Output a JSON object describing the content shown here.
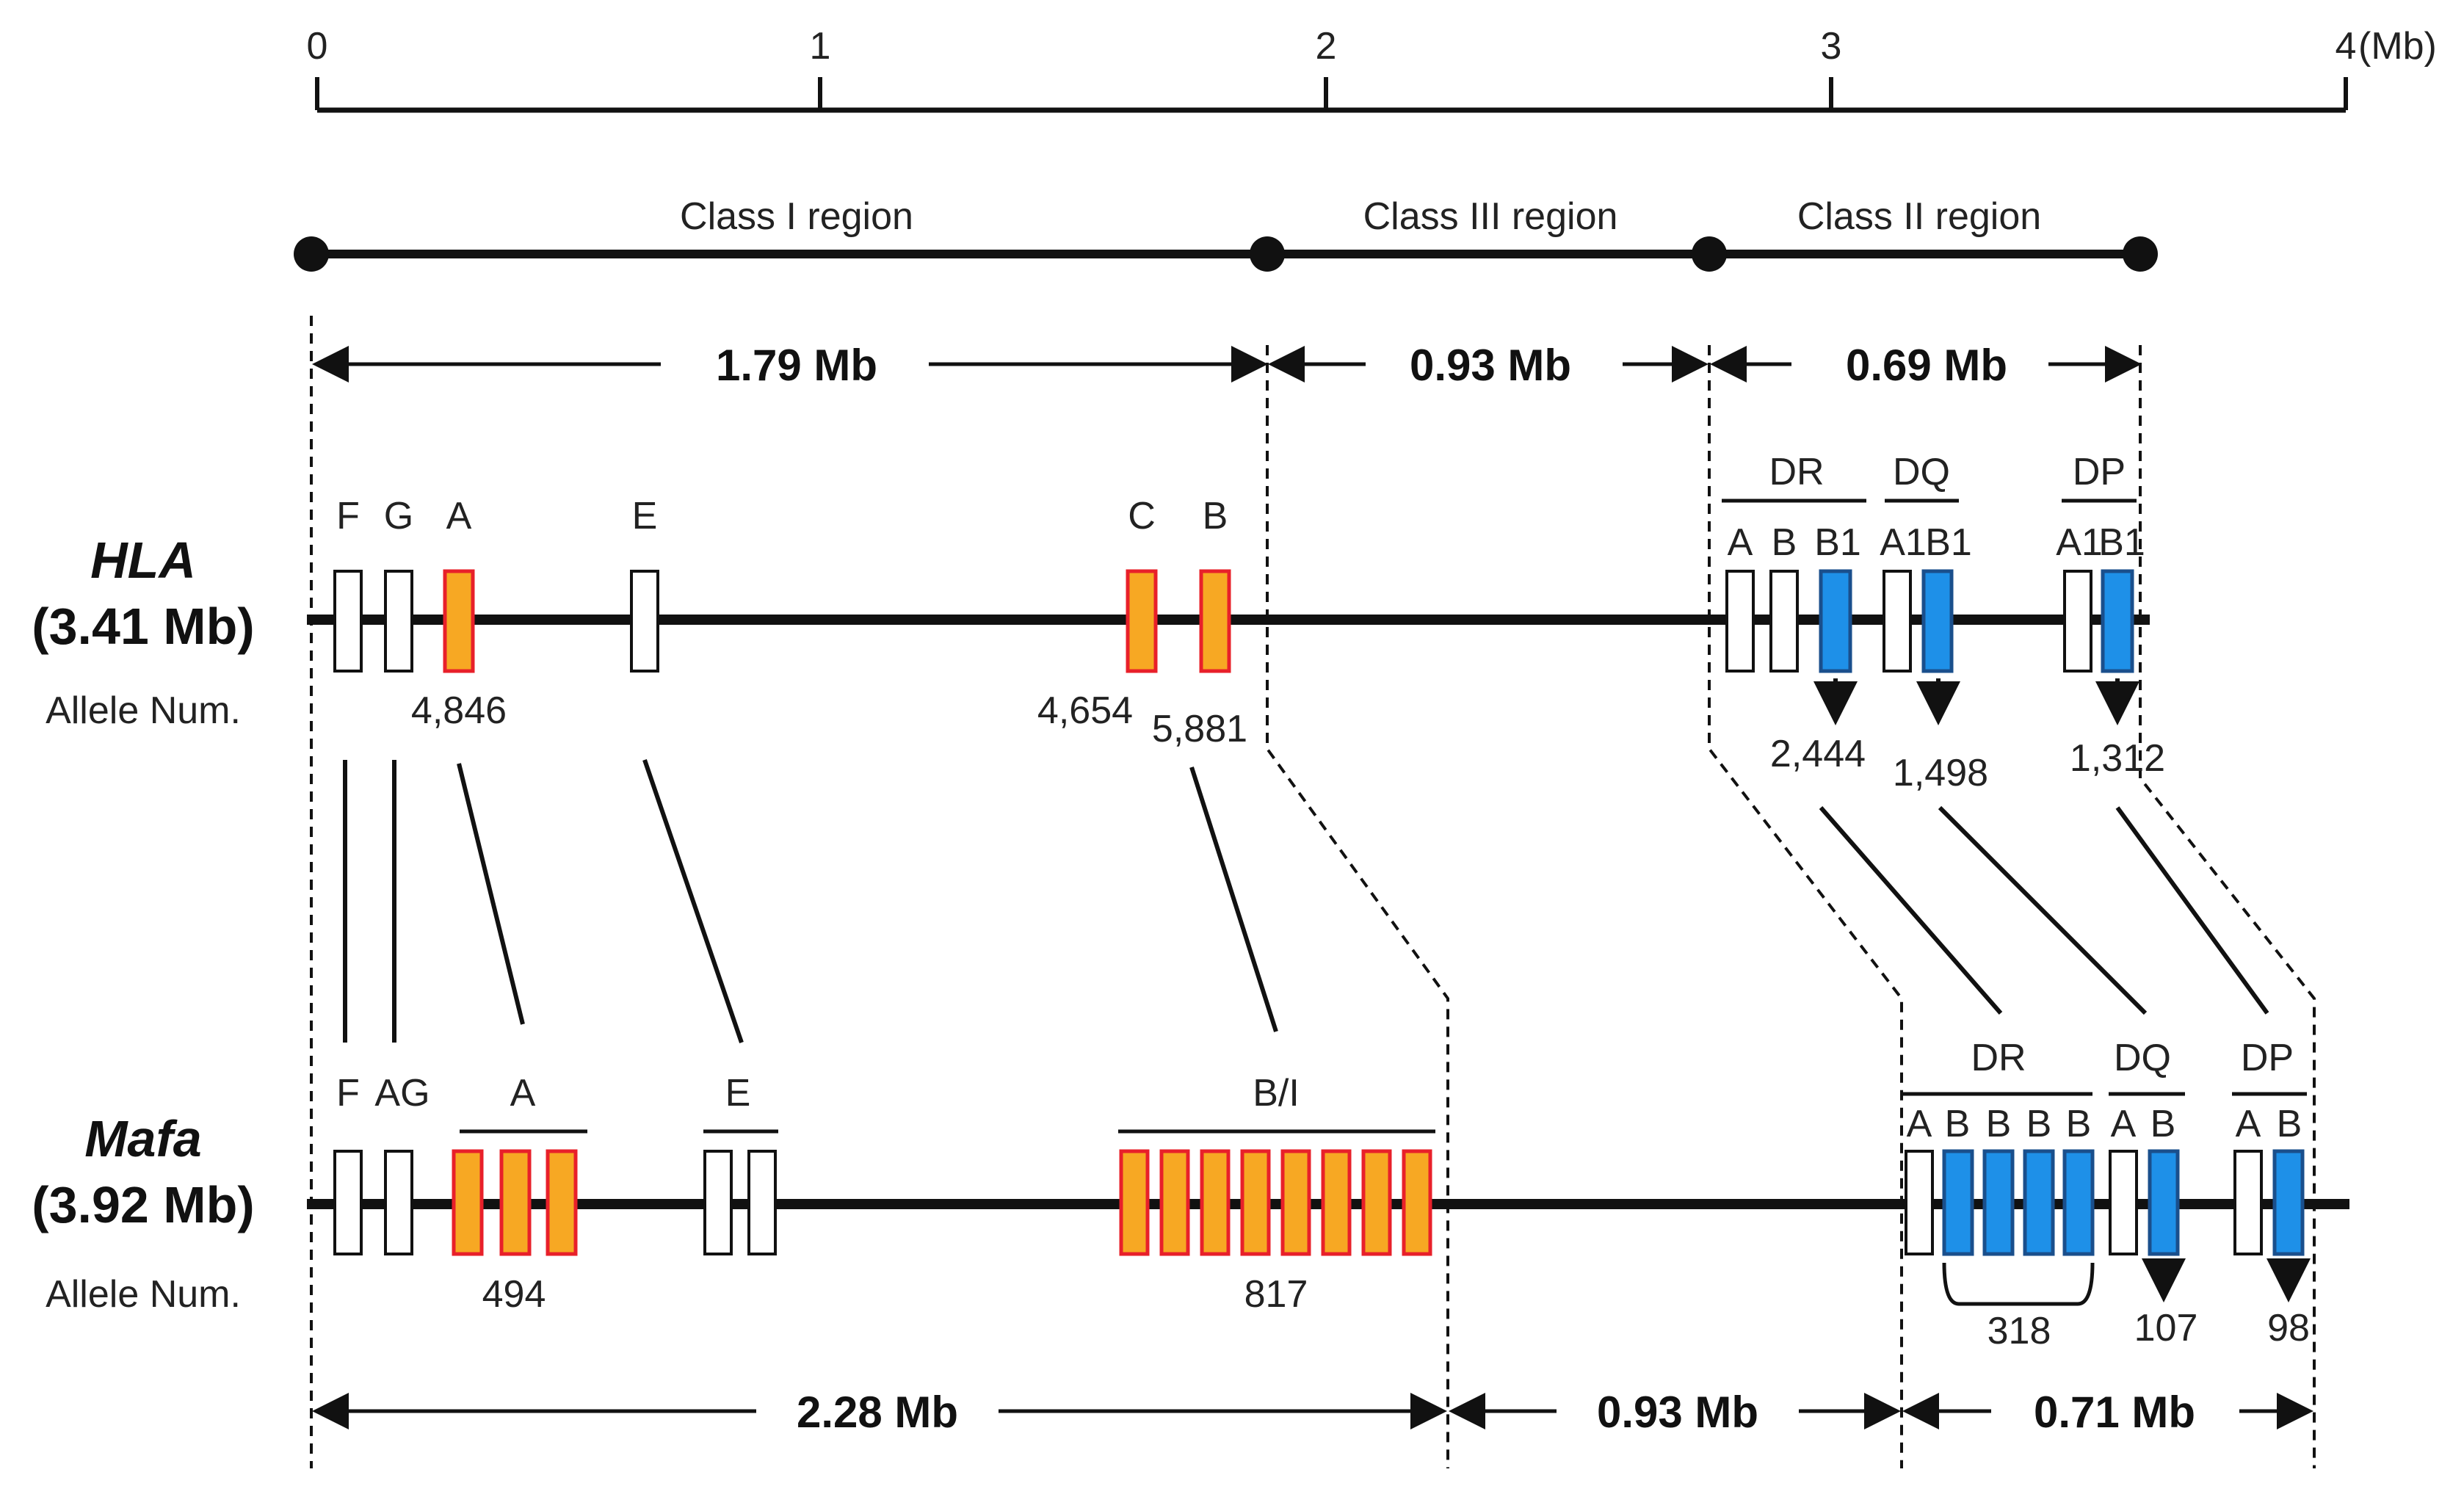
{
  "colors": {
    "class1_gene": "#F7A823",
    "class1_border": "#E8202A",
    "class2_gene": "#1E90E8",
    "class2_border": "#1A4F8C",
    "line": "#111111"
  },
  "scale": {
    "ticks": [
      "0",
      "1",
      "2",
      "3",
      "4"
    ],
    "unit": "(Mb)"
  },
  "regions": {
    "class1": "Class  I region",
    "class3": "Class  III region",
    "class2": "Class  II region"
  },
  "hla": {
    "name": "HLA",
    "size": "(3.41 Mb)",
    "allele_label": "Allele  Num.",
    "spans": [
      "1.79 Mb",
      "0.93 Mb",
      "0.69 Mb"
    ],
    "gene_labels": {
      "F": "F",
      "G": "G",
      "A": "A",
      "E": "E",
      "C": "C",
      "B": "B",
      "DR": "DR",
      "DQ": "DQ",
      "DP": "DP",
      "DRA": "A",
      "DRB": "B",
      "DRB1": "B1",
      "DQA1": "A1",
      "DQB1": "B1",
      "DPA1": "A1",
      "DPB1": "B1"
    },
    "alleles": {
      "A": "4,846",
      "C": "4,654",
      "B": "5,881",
      "DRB1": "2,444",
      "DQB1": "1,498",
      "DPB1": "1,312"
    }
  },
  "mafa": {
    "name": "Mafa",
    "size": "(3.92 Mb)",
    "allele_label": "Allele  Num.",
    "spans": [
      "2.28 Mb",
      "0.93 Mb",
      "0.71 Mb"
    ],
    "gene_labels": {
      "F": "F",
      "AG": "AG",
      "A": "A",
      "E": "E",
      "BI": "B/I",
      "DR": "DR",
      "DQ": "DQ",
      "DP": "DP",
      "DRA": "A",
      "DRB1": "B",
      "DRB2": "B",
      "DRB3": "B",
      "DRB4": "B",
      "DQA": "A",
      "DQB": "B",
      "DPA": "A",
      "DPB": "B"
    },
    "alleles": {
      "A": "494",
      "BI": "817",
      "DRB": "318",
      "DQB": "107",
      "DPB": "98"
    }
  }
}
